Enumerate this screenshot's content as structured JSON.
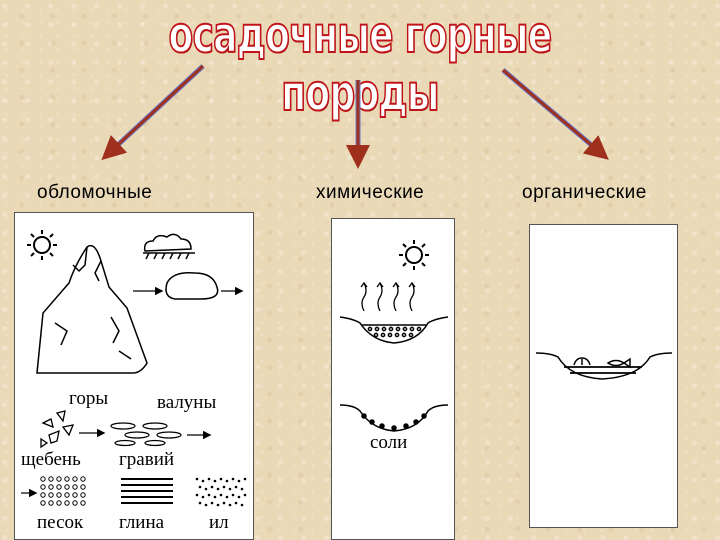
{
  "title": "осадочные горные породы",
  "categories": [
    {
      "label": "обломочные"
    },
    {
      "label": "химические"
    },
    {
      "label": "органические"
    }
  ],
  "clastic_panel": {
    "labels": [
      "горы",
      "валуны",
      "щебень",
      "гравий",
      "песок",
      "глина",
      "ил"
    ]
  },
  "chemical_panel": {
    "labels": [
      "соли"
    ]
  },
  "colors": {
    "title_fill": "#ffffff",
    "title_outline": "#c0141a",
    "arrow": "#a0301e",
    "arrow_highlight": "#6a7ac8"
  }
}
